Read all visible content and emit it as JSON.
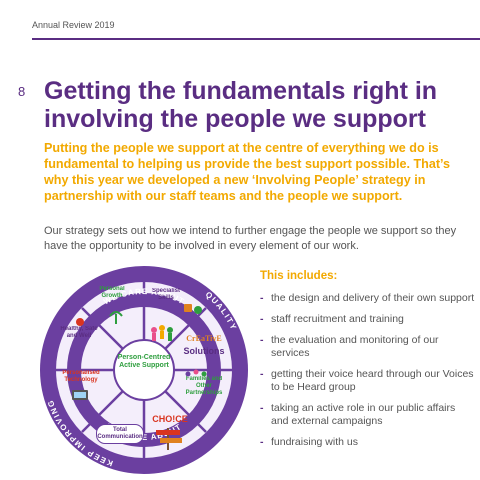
{
  "header": {
    "label": "Annual Review 2019"
  },
  "page_number": "8",
  "title": "Getting the fundamentals right in involving the people we support",
  "lead": "Putting the people we support at the centre of everything we do is fundamental to helping us provide the best support possible. That’s why this year we developed a new ‘Involving People’ strategy in partnership with our staff teams and the people we support.",
  "body": "Our strategy sets out how we intend to further engage the people we support so they have the opportunity to be involved in every element of our work.",
  "diagram": {
    "segments": {
      "personal_growth": "Personal Growth",
      "specialist_skills": "Specialist Skills",
      "healthy_safe_well": "Healthy, Safe and Well",
      "personalised_technology": "Personalised Technology",
      "total_communication": "Total Communication",
      "families": "Families and Other Partnerships",
      "solutions": "Solutions",
      "creative": "CrEaTivE",
      "choice": "CHO!CE"
    },
    "centre": "Person-Centred Active Support",
    "we_care_top": "WE CARE ABOUT",
    "we_care_bottom": "WE CARE ABOUT",
    "ring_quality": "QUALITY",
    "ring_keep_improving": "KEEP IMPROVING"
  },
  "includes": {
    "heading": "This includes:",
    "items": [
      "the design and delivery of their own support",
      "staff recruitment and training",
      "the evaluation and monitoring of our services",
      "getting their voice heard through our Voices to be Heard group",
      "taking an active role in our public affairs and external campaigns",
      "fundraising with us"
    ]
  },
  "colors": {
    "brand_purple": "#5a2d82",
    "accent_yellow": "#f2a900",
    "ring_purple": "#6b3fa0",
    "centre_green": "#2e9e3e",
    "body_grey": "#555555"
  }
}
